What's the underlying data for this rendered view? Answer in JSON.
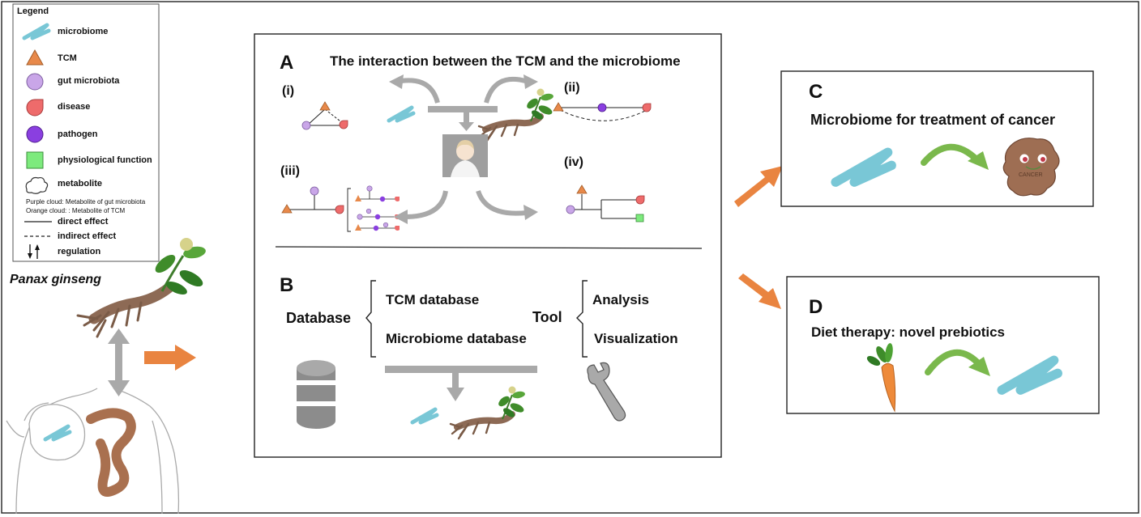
{
  "legend": {
    "title": "Legend",
    "items": [
      {
        "icon": "microbiome-icon",
        "label": "microbiome"
      },
      {
        "icon": "tcm-triangle-icon",
        "label": "TCM"
      },
      {
        "icon": "gut-microbiota-circle-icon",
        "label": "gut microbiota"
      },
      {
        "icon": "disease-drop-icon",
        "label": "disease"
      },
      {
        "icon": "pathogen-circle-icon",
        "label": "pathogen"
      },
      {
        "icon": "physiological-square-icon",
        "label": "physiological function"
      },
      {
        "icon": "metabolite-cloud-icon",
        "label": "metabolite"
      }
    ],
    "notes": [
      "Purple cloud: Metabolite of gut microbiota",
      "Orange cloud: : Metabolite of TCM"
    ],
    "line_items": [
      {
        "icon": "solid-line-icon",
        "label": "direct effect"
      },
      {
        "icon": "dashed-line-icon",
        "label": "indirect effect"
      },
      {
        "icon": "arrows-icon",
        "label": "regulation"
      }
    ]
  },
  "left": {
    "plant_label": "Panax ginseng"
  },
  "panel_a": {
    "letter": "A",
    "title": "The interaction between the TCM and the microbiome",
    "subs": [
      "(i)",
      "(ii)",
      "(iii)",
      "(iv)"
    ]
  },
  "panel_b": {
    "letter": "B",
    "database_label": "Database",
    "database_items": [
      "TCM database",
      "Microbiome database"
    ],
    "tool_label": "Tool",
    "tool_items": [
      "Analysis",
      "Visualization"
    ]
  },
  "panel_c": {
    "letter": "C",
    "title": "Microbiome for treatment of cancer",
    "cancer_text": "CANCER"
  },
  "panel_d": {
    "letter": "D",
    "title": "Diet therapy: novel prebiotics"
  },
  "colors": {
    "tcm": "#e8894a",
    "gut_microbiota": "#c9a6e8",
    "disease": "#ee6b6b",
    "pathogen": "#8a3fe0",
    "physiological": "#7dea7d",
    "microbiome": "#79c7d6",
    "orange_arrow": "#e98440",
    "gray": "#a9a9a9"
  }
}
